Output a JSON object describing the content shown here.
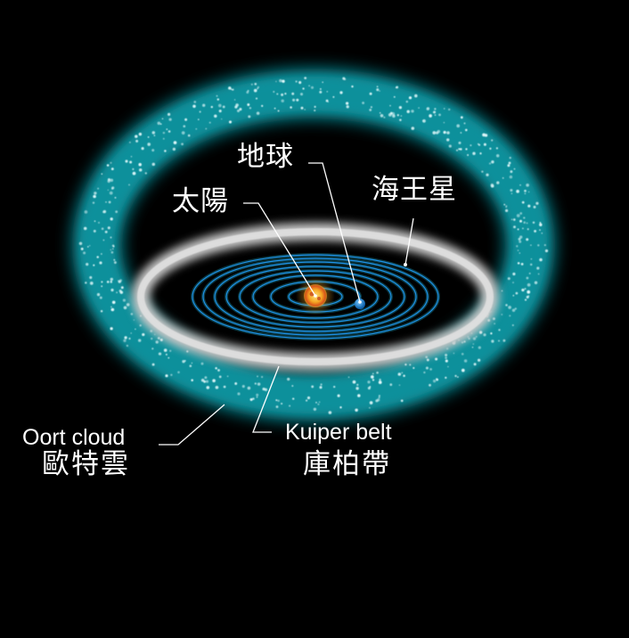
{
  "diagram": {
    "title": "Solar system with Kuiper belt and Oort cloud",
    "background": "#000000",
    "colors": {
      "oort_cloud": "#0e8a95",
      "kuiper_belt": "#d8d8d8",
      "orbits": "#1e90e6",
      "sun": "#f5a623",
      "earth": "#1a7fd0",
      "label_text": "#ffffff",
      "leader_lines": "#ffffff"
    },
    "orbit_count": 8,
    "labels": {
      "earth": "地球",
      "sun": "太陽",
      "neptune": "海王星",
      "oort_cloud_en": "Oort cloud",
      "oort_cloud_zh": "歐特雲",
      "kuiper_belt_en": "Kuiper belt",
      "kuiper_belt_zh": "庫柏帶"
    }
  }
}
